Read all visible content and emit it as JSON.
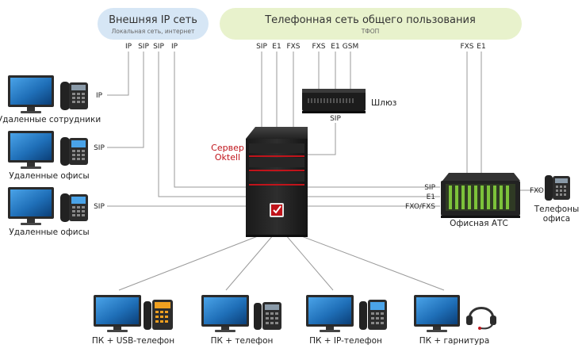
{
  "clouds": {
    "internet": {
      "title": "Внешняя IP сеть",
      "subtitle": "Локальная сеть, интернет",
      "color": "#d6e6f5"
    },
    "pstn": {
      "title": "Телефонная сеть общего пользования",
      "subtitle": "ТФОП",
      "color": "#e8f2cc"
    }
  },
  "top_ports": {
    "internet": [
      "IP",
      "SIP",
      "SIP",
      "IP"
    ],
    "server": [
      "SIP",
      "E1",
      "FXS"
    ],
    "gateway": [
      "FXS",
      "E1",
      "GSM"
    ],
    "pbx": [
      "FXS",
      "E1"
    ]
  },
  "left_devices": [
    {
      "caption": "Удаленные сотрудники",
      "port": "IP"
    },
    {
      "caption": "Удаленные офисы",
      "port": "SIP"
    },
    {
      "caption": "Удаленные офисы",
      "port": "SIP"
    }
  ],
  "gateway": {
    "name": "Шлюз",
    "port": "SIP"
  },
  "server": {
    "name_line1": "Сервер",
    "name_line2": "Oktell"
  },
  "pbx": {
    "name": "Офисная АТС",
    "ports": [
      "SIP",
      "E1",
      "FXO/FXS"
    ],
    "phone_port": "FXO"
  },
  "office_phones": {
    "line1": "Телефоны",
    "line2": "офиса"
  },
  "bottom_devices": [
    {
      "caption": "ПК + USB-телефон"
    },
    {
      "caption": "ПК + телефон"
    },
    {
      "caption": "ПК + IP-телефон"
    },
    {
      "caption": "ПК + гарнитура"
    }
  ],
  "colors": {
    "accent": "#c0141b",
    "wire": "#9a9a9a",
    "monitor_screen": "#1f6fb8",
    "usb_phone_accent": "#f0a020",
    "pbx_led": "#7cc23a"
  }
}
